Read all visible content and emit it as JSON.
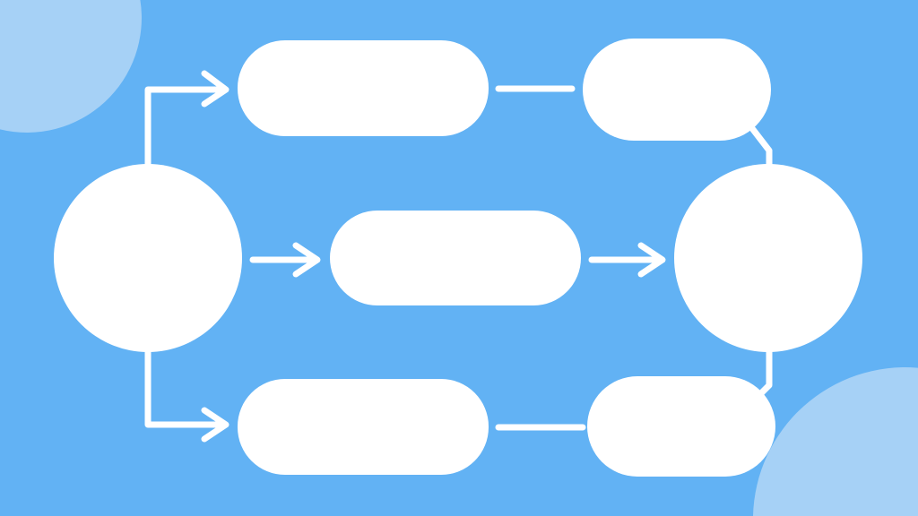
{
  "colors": {
    "background": "#62b2f4",
    "corner_accent": "#a6d1f6",
    "node_fill": "#ffffff",
    "connector": "#ffffff"
  },
  "diagram": {
    "nodes": [
      {
        "id": "start",
        "shape": "circle"
      },
      {
        "id": "top-1",
        "shape": "pill"
      },
      {
        "id": "top-2",
        "shape": "pill"
      },
      {
        "id": "middle",
        "shape": "pill"
      },
      {
        "id": "bottom-1",
        "shape": "pill"
      },
      {
        "id": "bottom-2",
        "shape": "pill"
      },
      {
        "id": "end",
        "shape": "circle"
      }
    ],
    "edges": [
      {
        "from": "start",
        "to": "top-1",
        "arrow": true
      },
      {
        "from": "start",
        "to": "middle",
        "arrow": true
      },
      {
        "from": "start",
        "to": "bottom-1",
        "arrow": true
      },
      {
        "from": "top-1",
        "to": "top-2",
        "arrow": false
      },
      {
        "from": "middle",
        "to": "end",
        "arrow": true
      },
      {
        "from": "bottom-1",
        "to": "bottom-2",
        "arrow": false
      },
      {
        "from": "top-2",
        "to": "end",
        "arrow": false
      },
      {
        "from": "bottom-2",
        "to": "end",
        "arrow": false
      }
    ]
  }
}
